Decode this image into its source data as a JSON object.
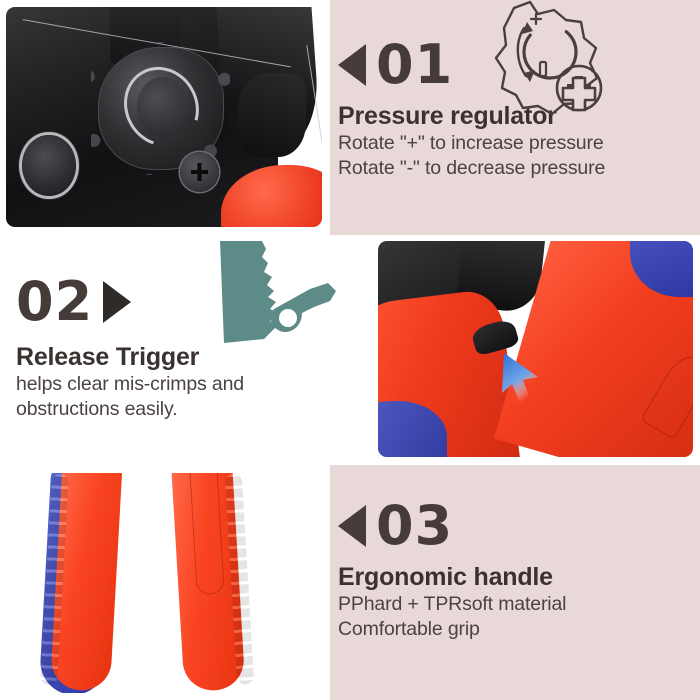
{
  "theme": {
    "pink_background": "#e8d8d8",
    "white_background": "#ffffff",
    "text_dark": "#3a3230",
    "number_color": "#453c3a",
    "icon_teal": "#5d8b87",
    "handle_red": "#f33d1f",
    "handle_blue": "#3944b0",
    "arrow_blue": "#3f7ddb"
  },
  "sections": [
    {
      "number": "01",
      "arrow_direction": "left",
      "headline": "Pressure regulator",
      "lines": [
        "Rotate \"+\" to increase pressure",
        "Rotate \"-\" to decrease pressure"
      ],
      "icon": "gear-rotation-plus-minus-icon",
      "photo": "crimper-pressure-dial-photo",
      "background": "pink"
    },
    {
      "number": "02",
      "arrow_direction": "right",
      "headline": "Release Trigger",
      "lines": [
        "helps clear mis-crimps and",
        "obstructions easily."
      ],
      "icon": "release-trigger-silhouette-icon",
      "photo": "release-trigger-closeup-photo",
      "background": "white"
    },
    {
      "number": "03",
      "arrow_direction": "left",
      "headline": "Ergonomic handle",
      "lines": [
        "PPhard + TPRsoft material",
        "Comfortable grip"
      ],
      "icon": null,
      "photo": "ergonomic-handles-photo",
      "background": "pink"
    }
  ]
}
